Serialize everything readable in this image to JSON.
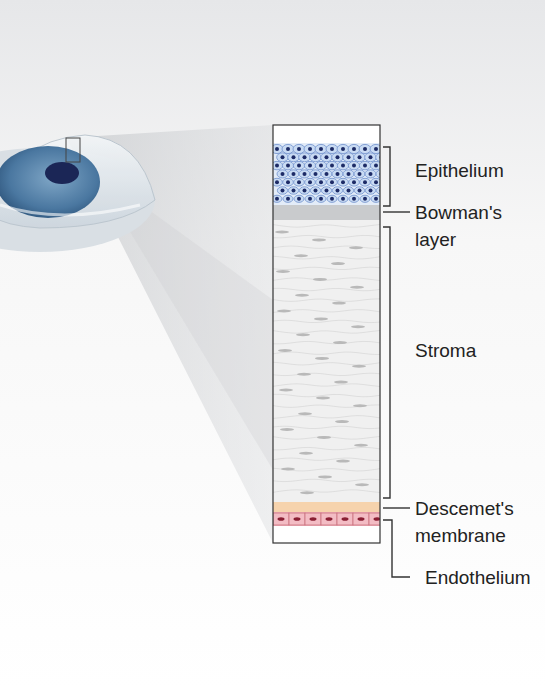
{
  "diagram": {
    "labels": [
      "Epithelium",
      "Bowman's layer",
      "Stroma",
      "Descemet's membrane",
      "Endothelium"
    ]
  }
}
